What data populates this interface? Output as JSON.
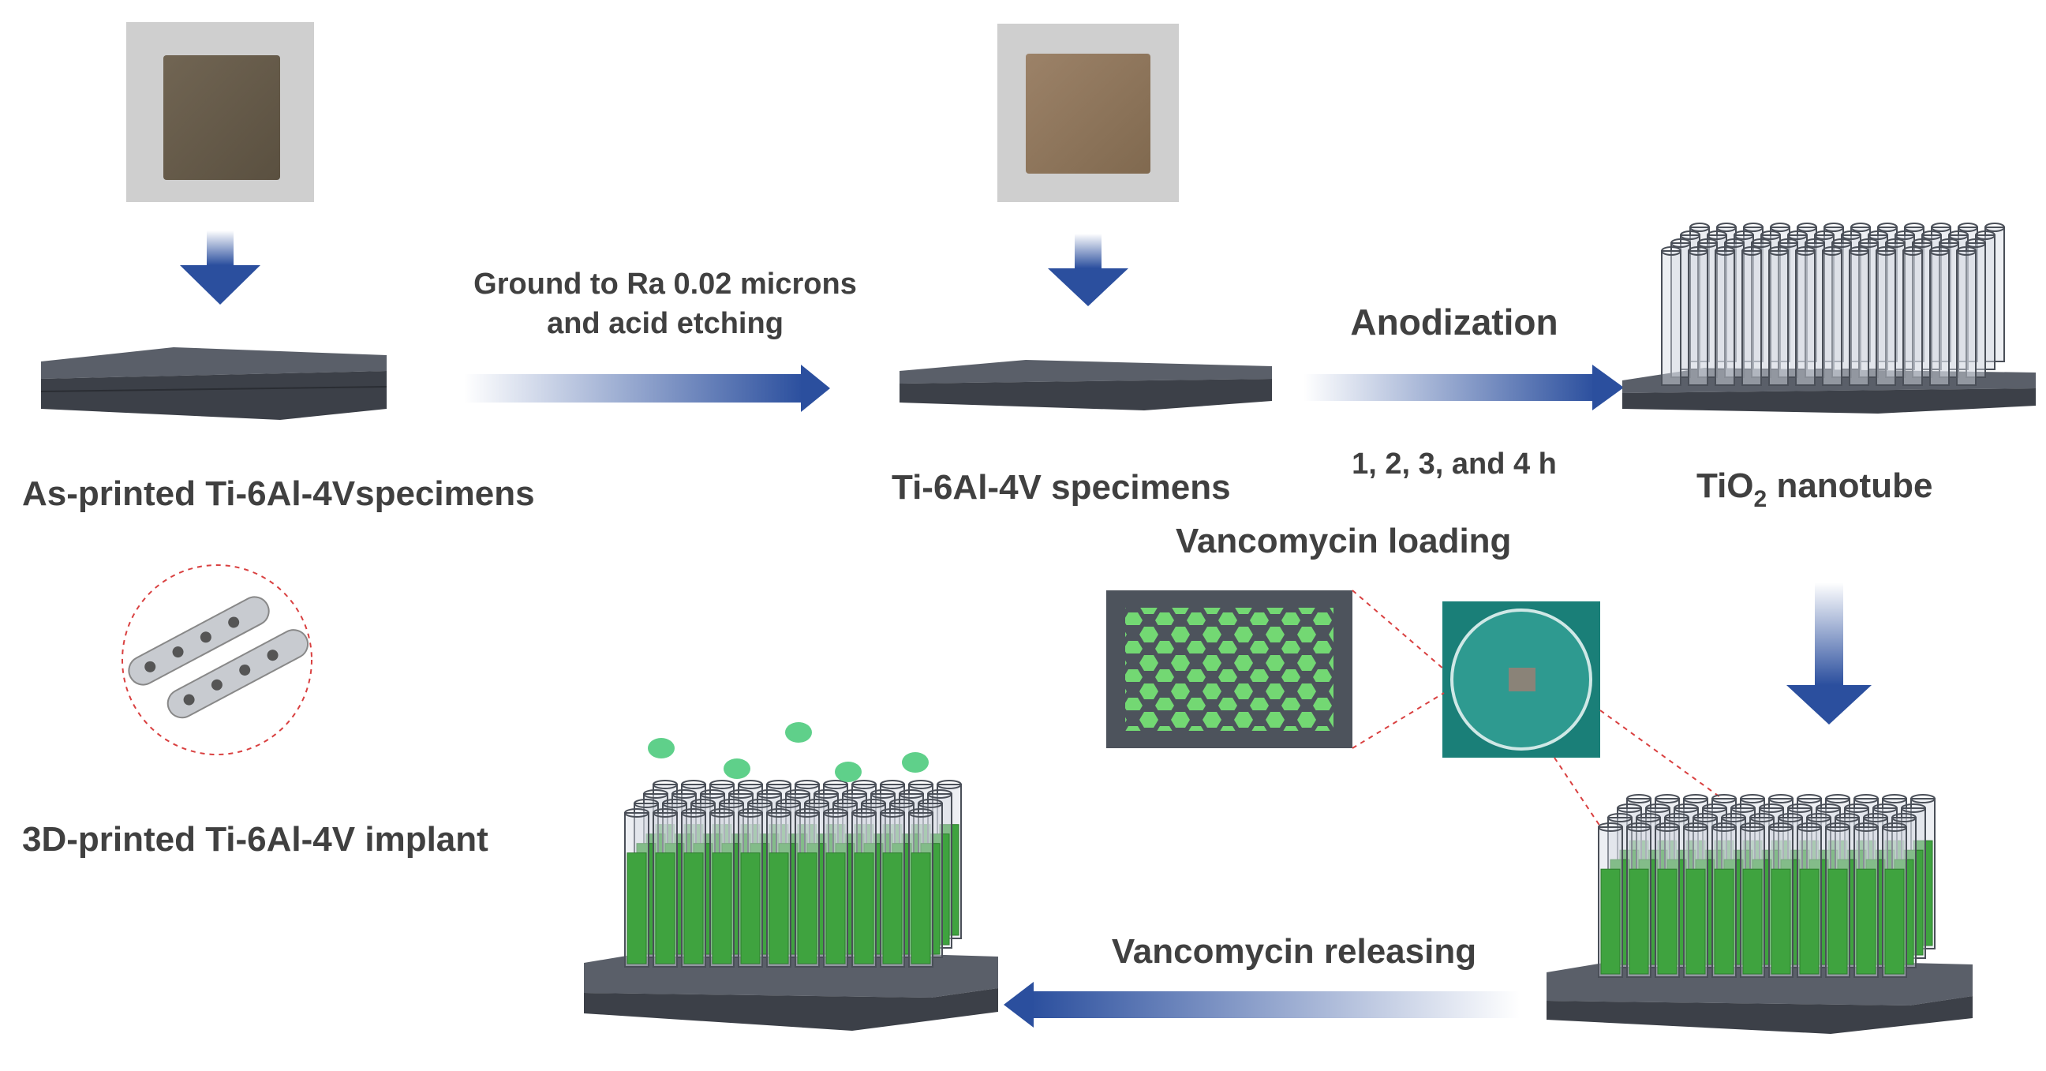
{
  "labels": {
    "as_printed": "As-printed Ti-6Al-4Vspecimens",
    "grind_line1": "Ground to Ra 0.02 microns",
    "grind_line2": "and acid etching",
    "specimens": "Ti-6Al-4V specimens",
    "anodization": "Anodization",
    "durations": "1, 2, 3, and 4 h",
    "nanotube_prefix": "TiO",
    "nanotube_sub": "2",
    "nanotube_suffix": " nanotube",
    "loading": "Vancomycin loading",
    "implant": "3D-printed Ti-6Al-4V implant",
    "releasing": "Vancomycin releasing"
  },
  "colors": {
    "arrow": "#2b4f9e",
    "plate_top": "#5a5f69",
    "plate_front": "#3c4048",
    "tube_stroke": "#4a4f58",
    "drug": "#3fa33f",
    "drug_light": "#6dd86d",
    "dots": "#5fd08a",
    "circle_dash": "#d94040",
    "photo_bg": "#cfcfcf",
    "dish_bg": "#1a7f78"
  },
  "icons": {
    "process_arrow": "arrow-icon",
    "plate": "plate-icon",
    "implant": "bone-plate-icon"
  }
}
